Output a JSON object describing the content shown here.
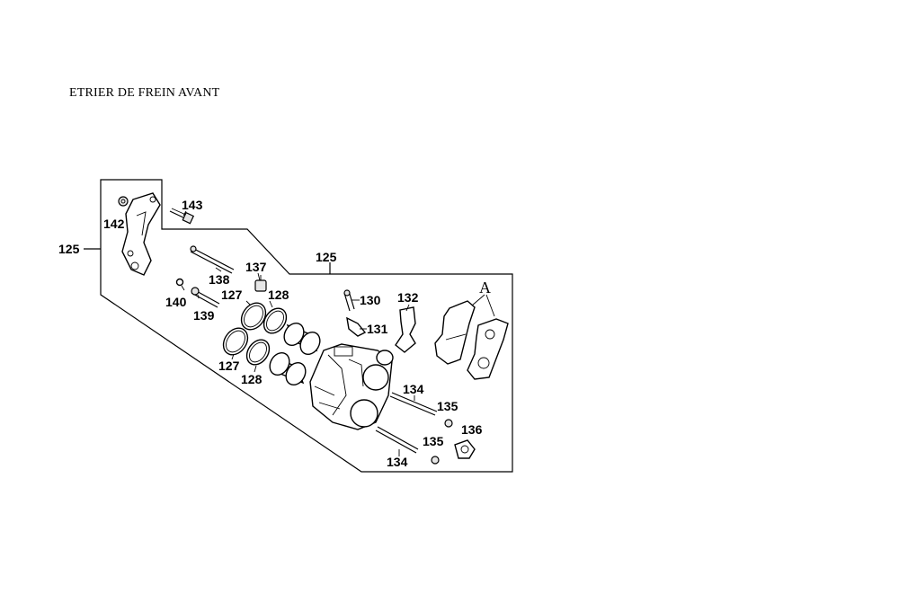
{
  "title": "ETRIER DE FREIN AVANT",
  "labels": {
    "l125_left": "125",
    "l125_top": "125",
    "l127_a": "127",
    "l127_b": "127",
    "l128_a": "128",
    "l128_b": "128",
    "l130": "130",
    "l131": "131",
    "l132": "132",
    "l134_a": "134",
    "l134_b": "134",
    "l135_a": "135",
    "l135_b": "135",
    "l136": "136",
    "l137": "137",
    "l138": "138",
    "l139": "139",
    "l140": "140",
    "l142": "142",
    "l143": "143",
    "lA": "A"
  }
}
